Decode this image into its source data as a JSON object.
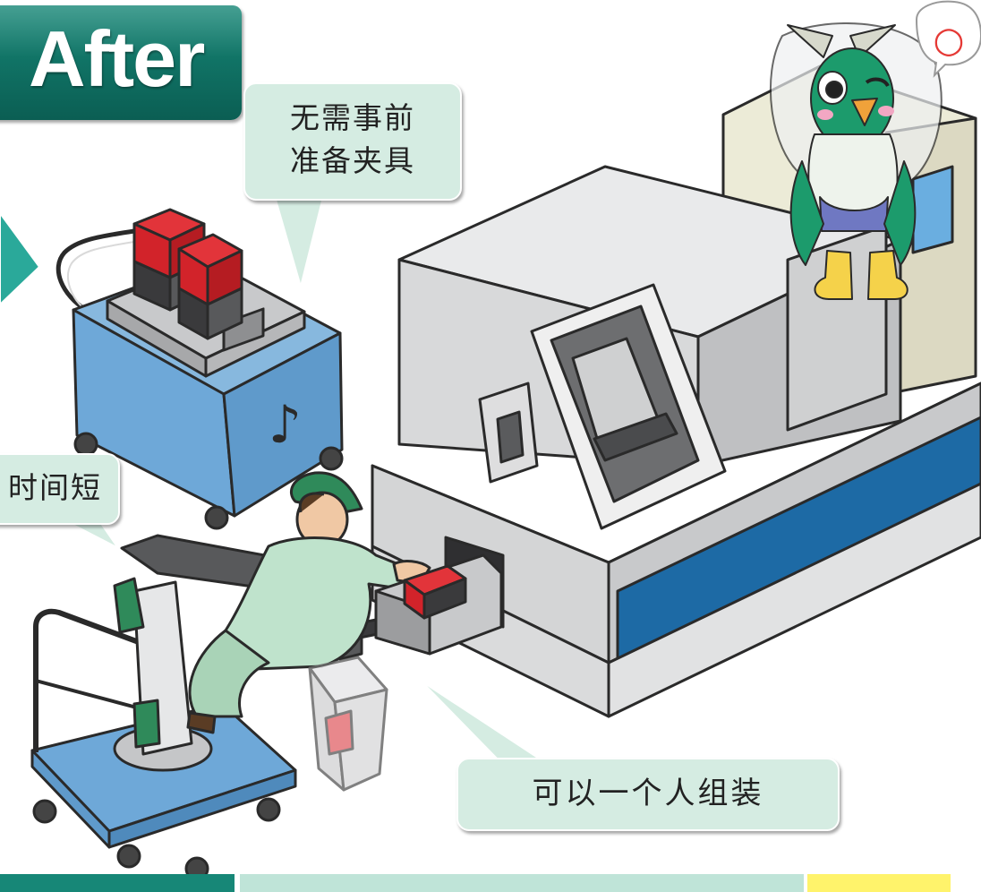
{
  "header": {
    "title": "After"
  },
  "callouts": {
    "no_fixture_prep": {
      "line1": "无需事前",
      "line2": "准备夹具"
    },
    "short_time": {
      "text": "时间短"
    },
    "one_person_assembly": {
      "text": "可以一个人组装"
    }
  },
  "mascot": {
    "speech_symbol": "○"
  },
  "colors": {
    "banner_green": "#178777",
    "bubble_fill": "#d5ece2",
    "machine_blue": "#1d6aa5",
    "cart_blue": "#6ea8d8",
    "part_red": "#d2232a",
    "bar_yellow": "#fff36b",
    "worker_green": "#bfe3cc"
  },
  "icons": [
    "music-note-icon",
    "circle-icon"
  ]
}
